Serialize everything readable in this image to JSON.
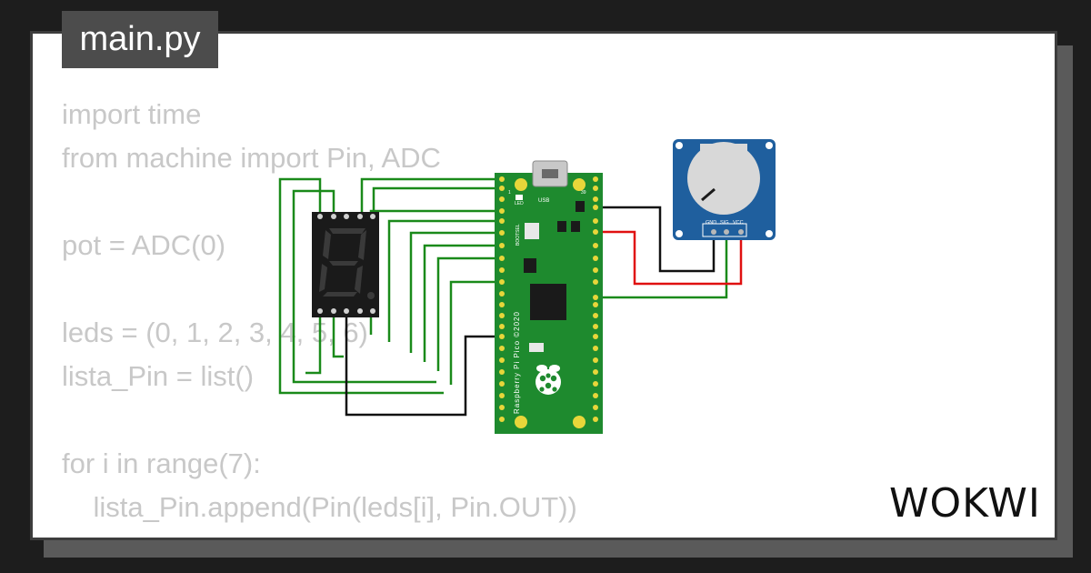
{
  "file_tab": {
    "label": "main.py"
  },
  "code_lines": [
    "import time",
    "from machine import Pin, ADC",
    "",
    "pot = ADC(0)",
    "",
    "leds = (0, 1, 2, 3, 4, 5, 6)",
    "lista_Pin = list()",
    "",
    "for i in range(7):",
    "    lista_Pin.append(Pin(leds[i], Pin.OUT))"
  ],
  "board": {
    "name": "Raspberry Pi Pico ©2020",
    "usb_label": "USB",
    "led_label": "LED",
    "bootsel_label": "BOOTSEL",
    "pin_left_top": "1",
    "pin_right_top": "39"
  },
  "potentiometer": {
    "pins": [
      "GND",
      "SIG",
      "VCC"
    ]
  },
  "brand": {
    "name": "WOKWI"
  },
  "colors": {
    "wire_green": "#1a8a1a",
    "wire_black": "#111111",
    "wire_red": "#e01010",
    "pico_green": "#1e8a2e",
    "pot_blue": "#1f5f9e",
    "display_body": "#1a1a1a"
  }
}
